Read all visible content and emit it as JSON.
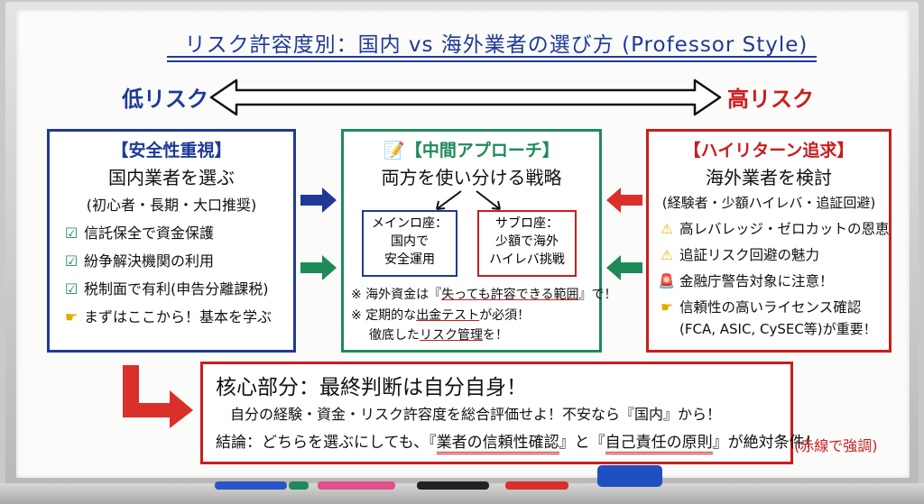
{
  "title": "リスク許容度別：国内 vs 海外業者の選び方 (Professor Style)",
  "scale": {
    "low": "低リスク",
    "high": "高リスク"
  },
  "left_box": {
    "header": "【安全性重視】",
    "heading": "国内業者を選ぶ",
    "note": "(初心者・長期・大口推奨)",
    "items": [
      {
        "icon": "check-icon",
        "text": "信託保全で資金保護"
      },
      {
        "icon": "check-icon",
        "text": "紛争解決機関の利用"
      },
      {
        "icon": "check-icon",
        "text": "税制面で有利(申告分離課税)"
      },
      {
        "icon": "pointing-hand-icon",
        "text": "まずはここから！基本を学ぶ"
      }
    ]
  },
  "middle_box": {
    "header": "【中間アプローチ】",
    "heading": "両方を使い分ける戦略",
    "main_account": {
      "l1": "メインロ座：",
      "l2": "国内で",
      "l3": "安全運用"
    },
    "sub_account": {
      "l1": "サブロ座：",
      "l2": "少額で海外",
      "l3": "ハイレバ挑戦"
    },
    "notes": {
      "n1_pre": "※ 海外資金は『",
      "n1_ul": "失っても許容できる範囲",
      "n1_post": "』で！",
      "n2_pre": "※ 定期的な",
      "n2_ul": "出金テスト",
      "n2_post": "が必須！",
      "n3_pre": "徹底した",
      "n3_ul": "リスク管理",
      "n3_post": "を！"
    }
  },
  "right_box": {
    "header": "【ハイリターン追求】",
    "heading": "海外業者を検討",
    "note": "(経験者・少額ハイレバ・追証回避)",
    "items": [
      {
        "icon": "warning-icon",
        "text": "高レバレッジ・ゼロカットの恩恵"
      },
      {
        "icon": "warning-icon",
        "text": "追証リスク回避の魅力"
      },
      {
        "icon": "siren-icon",
        "text": "金融庁警告対象に注意！"
      },
      {
        "icon": "pointing-hand-icon",
        "text": "信頼性の高いライセンス確認"
      }
    ],
    "item_cont": "(FCA, ASIC, CySEC等)が重要！"
  },
  "core": {
    "heading": "核心部分：最終判断は自分自身！",
    "line1": "自分の経験・資金・リスク許容度を総合評価せよ！不安なら『国内』から！",
    "l2_pre": "結論：どちらを選ぶにしても、『",
    "l2_ul1": "業者の信頼性確認",
    "l2_mid": "』と『",
    "l2_ul2": "自己責任の原則",
    "l2_post": "』が絶対条件！"
  },
  "emphasis_note": "(赤線で強調)",
  "colors": {
    "blue": "#1f3a96",
    "green": "#1e8a5a",
    "red": "#c81e1e"
  }
}
